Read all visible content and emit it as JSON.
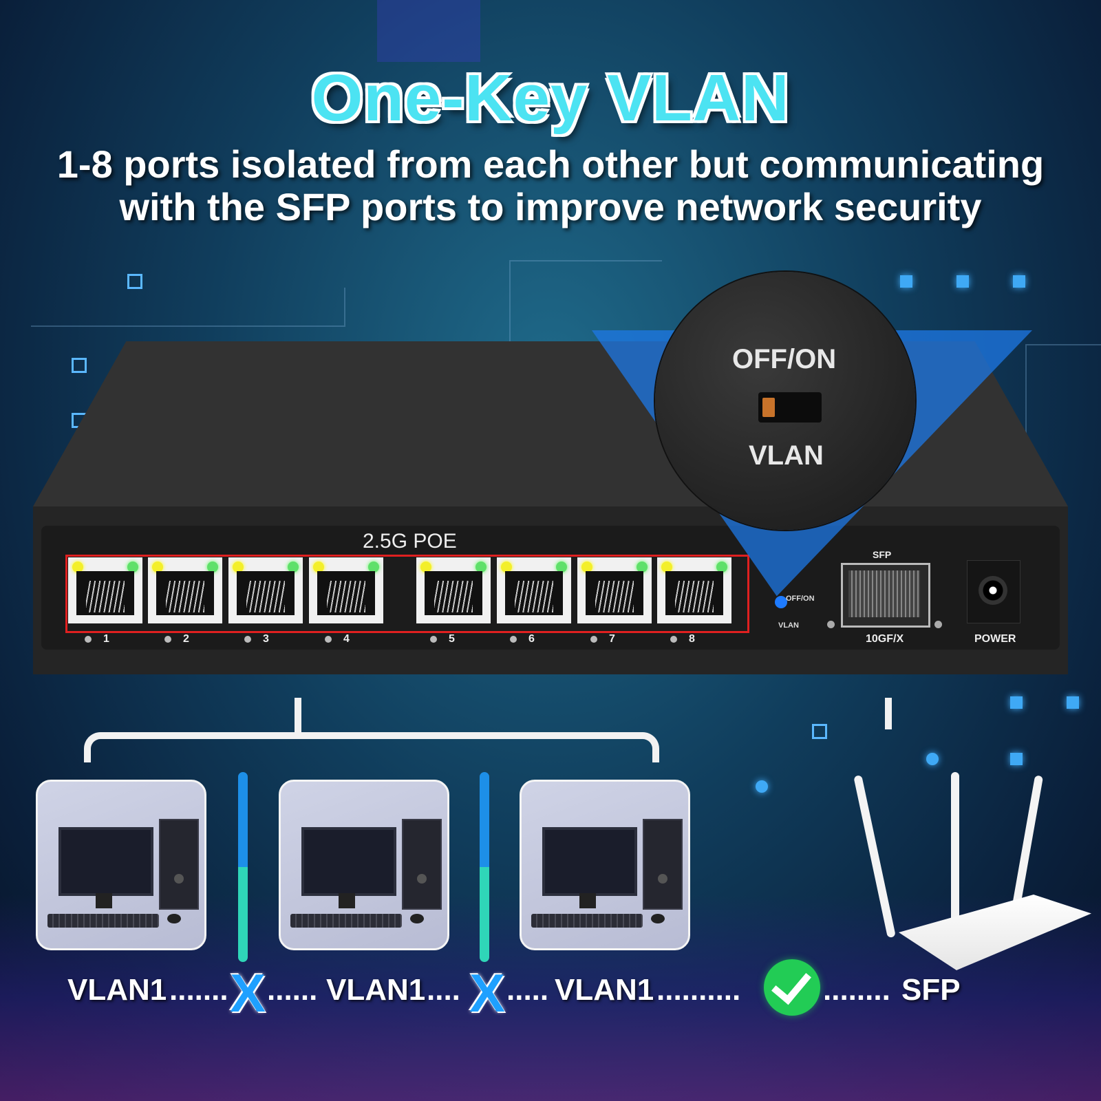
{
  "headline": {
    "title": "One-Key VLAN",
    "subtitle_line1": "1-8 ports isolated from each other but communicating",
    "subtitle_line2": "with the SFP ports to improve network security"
  },
  "switch": {
    "poe_label": "2.5G POE",
    "ports": [
      "1",
      "2",
      "3",
      "4",
      "5",
      "6",
      "7",
      "8"
    ],
    "vlan_switch_top": "OFF/ON",
    "vlan_switch_bottom": "VLAN",
    "sfp_top_label": "SFP",
    "sfp_bottom_label": "10GF/X",
    "power_label": "POWER"
  },
  "zoom_callout": {
    "top_label": "OFF/ON",
    "bottom_label": "VLAN"
  },
  "diagram": {
    "labels": [
      "VLAN1",
      "VLAN1",
      "VLAN1",
      "SFP"
    ],
    "separators": [
      ".......",
      "......",
      "....",
      ".....",
      "..........",
      "........"
    ],
    "status": [
      "isolated",
      "isolated",
      "connected"
    ]
  },
  "colors": {
    "title": "#4ce3f2",
    "port_frame": "#e02020",
    "callout_beam": "#1e78e6",
    "x_mark": "#1ea0ff",
    "check": "#22cc55"
  }
}
